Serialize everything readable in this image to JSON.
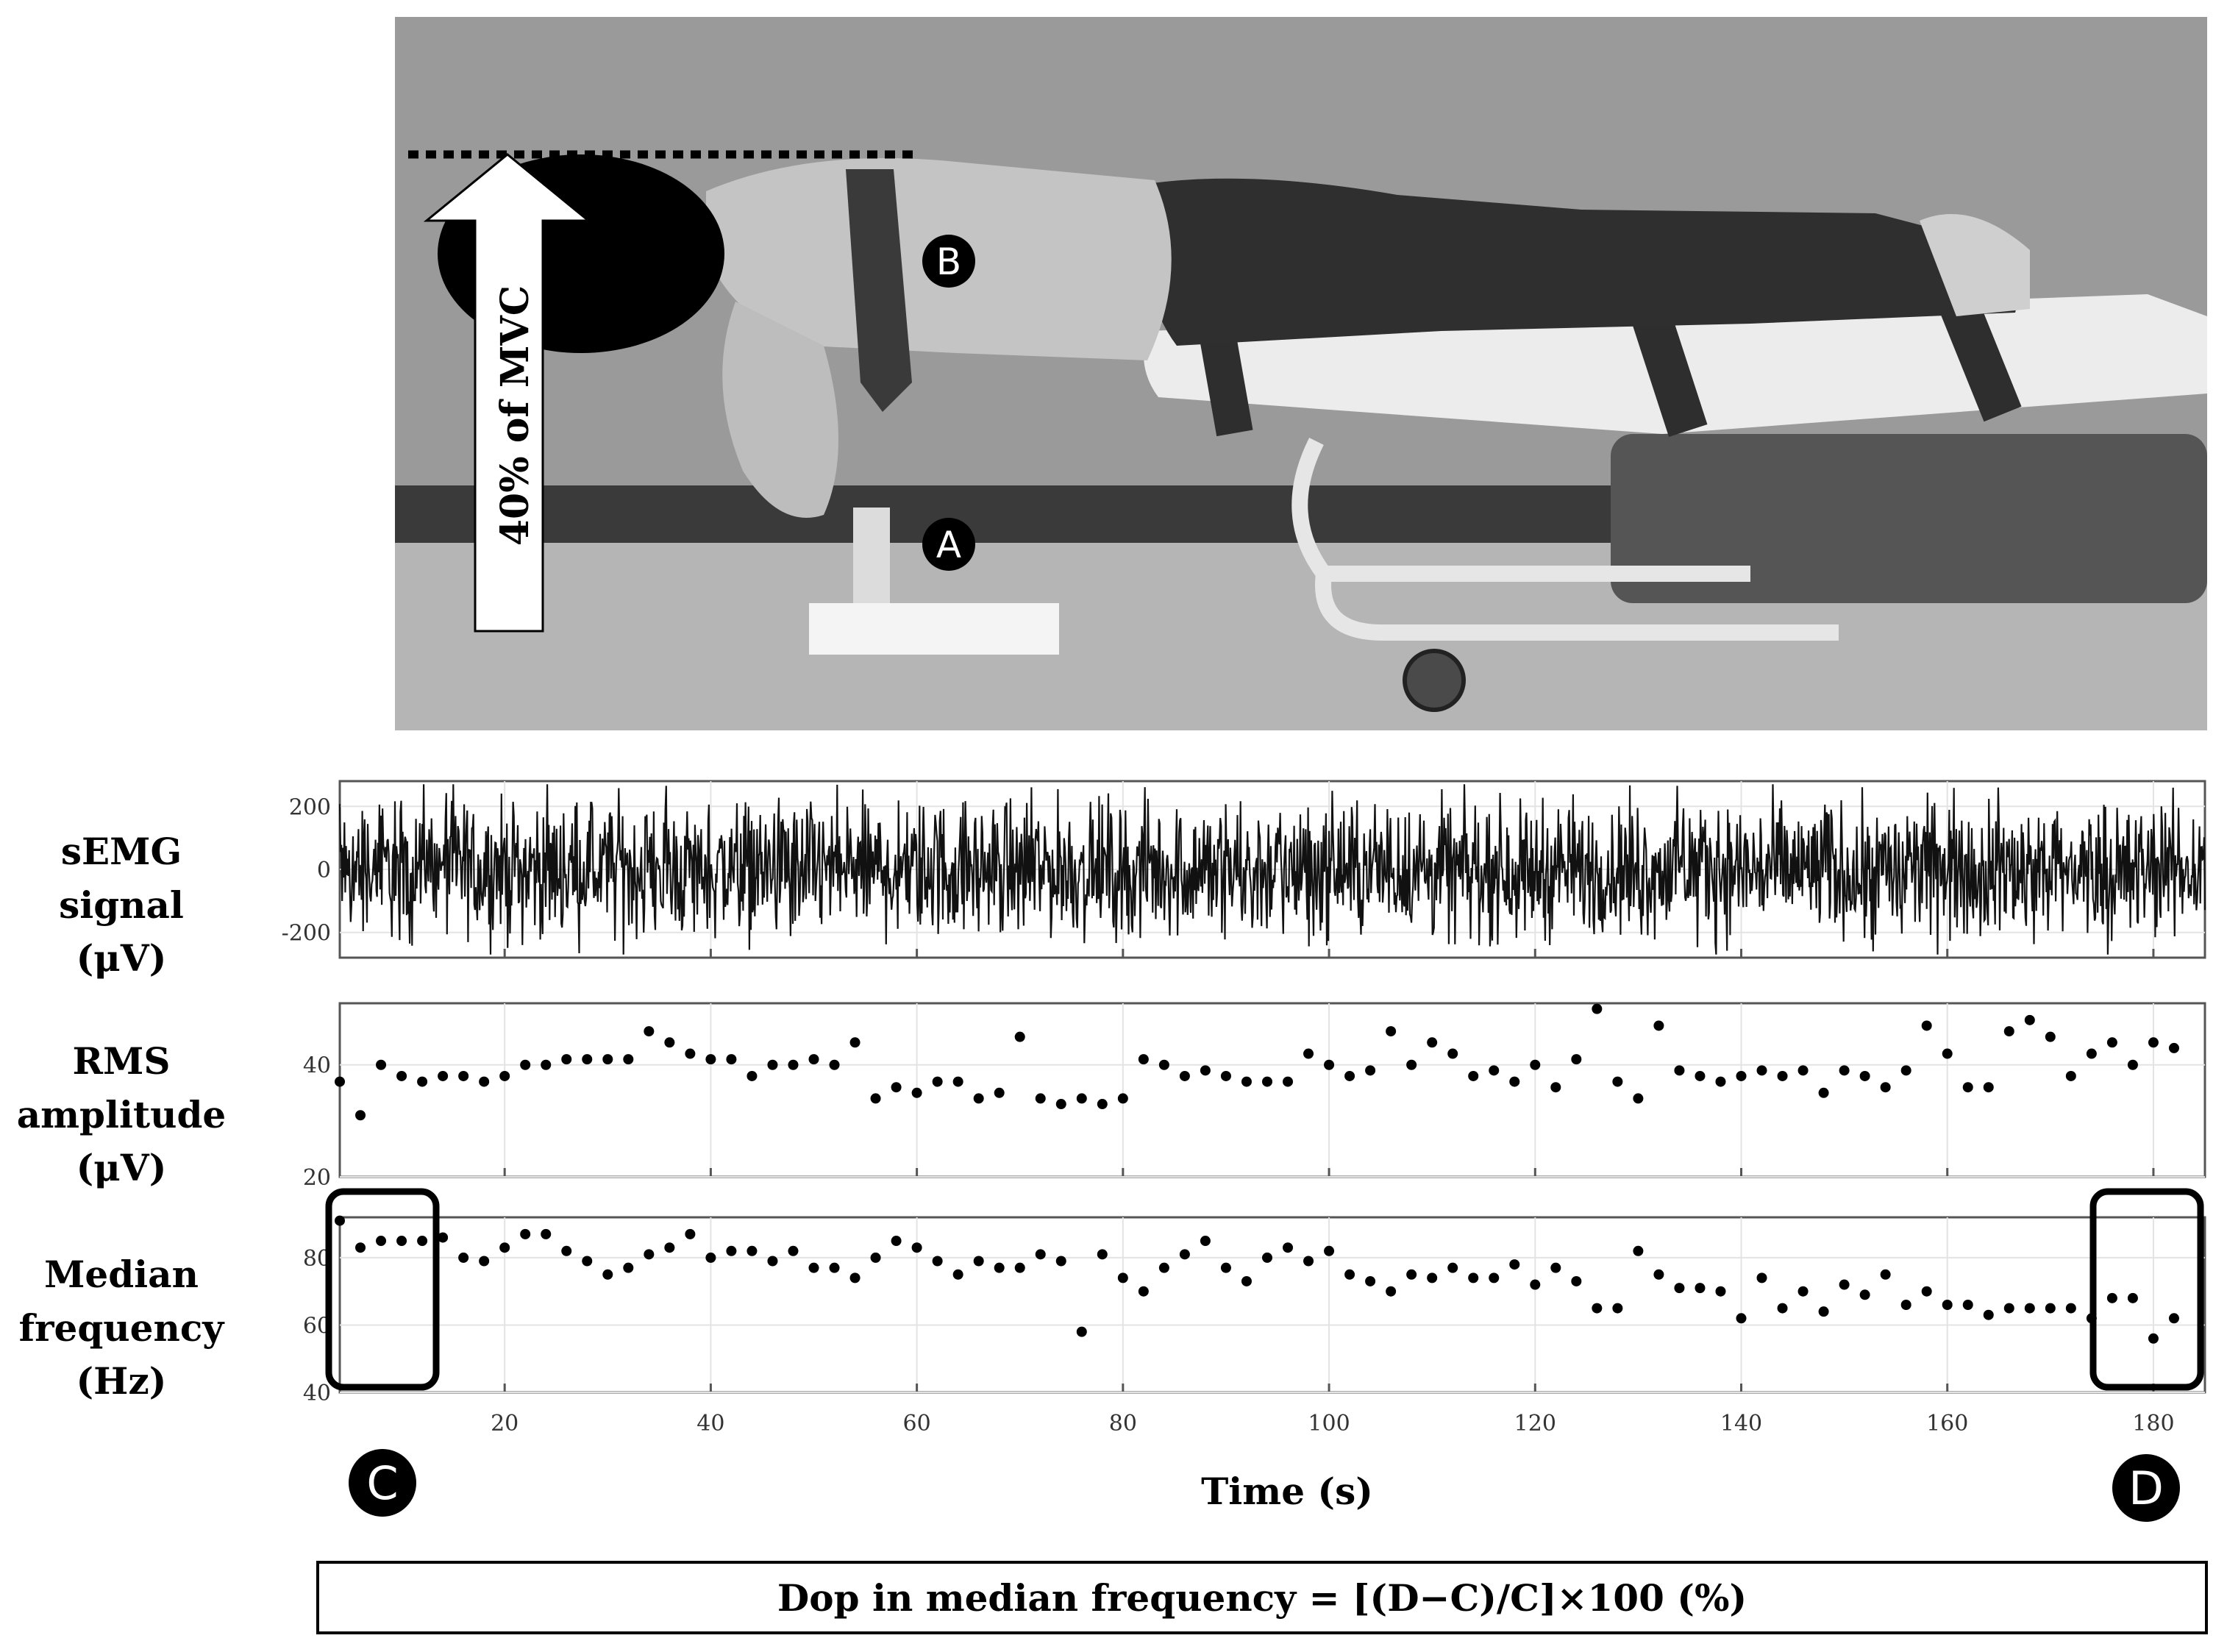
{
  "photo": {
    "callout_a": "A",
    "callout_b": "B",
    "arrow_label": "40% of MVC",
    "colors": {
      "wall": "#9a9a9a",
      "floor": "#b9b9b9",
      "bench_pad": "#eeeeee",
      "bench_base": "#555555",
      "clothes": "#2f2f2f",
      "skin": "#c9c9c9"
    }
  },
  "panel_labels": {
    "semg": [
      "sEMG",
      "signal",
      "(μV)"
    ],
    "rms": [
      "RMS",
      "amplitude",
      "(μV)"
    ],
    "mf": [
      "Median",
      "frequency",
      "(Hz)"
    ]
  },
  "markers": {
    "c": "C",
    "d": "D"
  },
  "xlabel": "Time (s)",
  "formula": "Dop in median frequency = [(D−C)/C]×100 (%)",
  "chart_data": [
    {
      "type": "line",
      "name_label": "sEMG signal (μV)",
      "xlim": [
        4,
        185
      ],
      "ylim": [
        -280,
        280
      ],
      "yticks": [
        200,
        0,
        -200
      ],
      "xticks": [
        20,
        40,
        60,
        80,
        100,
        120,
        140,
        160,
        180
      ],
      "grid": true,
      "envelope_uV": 140,
      "peak_uV": 230
    },
    {
      "type": "scatter",
      "name_label": "RMS amplitude (μV)",
      "xlim": [
        4,
        185
      ],
      "ylim": [
        20,
        51
      ],
      "yticks": [
        40,
        20
      ],
      "xticks": [
        20,
        40,
        60,
        80,
        100,
        120,
        140,
        160,
        180
      ],
      "grid": true,
      "points": [
        [
          4,
          37
        ],
        [
          6,
          31
        ],
        [
          8,
          40
        ],
        [
          10,
          38
        ],
        [
          12,
          37
        ],
        [
          14,
          38
        ],
        [
          16,
          38
        ],
        [
          18,
          37
        ],
        [
          20,
          38
        ],
        [
          22,
          40
        ],
        [
          24,
          40
        ],
        [
          26,
          41
        ],
        [
          28,
          41
        ],
        [
          30,
          41
        ],
        [
          32,
          41
        ],
        [
          34,
          46
        ],
        [
          36,
          44
        ],
        [
          38,
          42
        ],
        [
          40,
          41
        ],
        [
          42,
          41
        ],
        [
          44,
          38
        ],
        [
          46,
          40
        ],
        [
          48,
          40
        ],
        [
          50,
          41
        ],
        [
          52,
          40
        ],
        [
          54,
          44
        ],
        [
          56,
          34
        ],
        [
          58,
          36
        ],
        [
          60,
          35
        ],
        [
          62,
          37
        ],
        [
          64,
          37
        ],
        [
          66,
          34
        ],
        [
          68,
          35
        ],
        [
          70,
          45
        ],
        [
          72,
          34
        ],
        [
          74,
          33
        ],
        [
          76,
          34
        ],
        [
          78,
          33
        ],
        [
          80,
          34
        ],
        [
          82,
          41
        ],
        [
          84,
          40
        ],
        [
          86,
          38
        ],
        [
          88,
          39
        ],
        [
          90,
          38
        ],
        [
          92,
          37
        ],
        [
          94,
          37
        ],
        [
          96,
          37
        ],
        [
          98,
          42
        ],
        [
          100,
          40
        ],
        [
          102,
          38
        ],
        [
          104,
          39
        ],
        [
          106,
          46
        ],
        [
          108,
          40
        ],
        [
          110,
          44
        ],
        [
          112,
          42
        ],
        [
          114,
          38
        ],
        [
          116,
          39
        ],
        [
          118,
          37
        ],
        [
          120,
          40
        ],
        [
          122,
          36
        ],
        [
          124,
          41
        ],
        [
          126,
          50
        ],
        [
          128,
          37
        ],
        [
          130,
          34
        ],
        [
          132,
          47
        ],
        [
          134,
          39
        ],
        [
          136,
          38
        ],
        [
          138,
          37
        ],
        [
          140,
          38
        ],
        [
          142,
          39
        ],
        [
          144,
          38
        ],
        [
          146,
          39
        ],
        [
          148,
          35
        ],
        [
          150,
          39
        ],
        [
          152,
          38
        ],
        [
          154,
          36
        ],
        [
          156,
          39
        ],
        [
          158,
          47
        ],
        [
          160,
          42
        ],
        [
          162,
          36
        ],
        [
          164,
          36
        ],
        [
          166,
          46
        ],
        [
          168,
          48
        ],
        [
          170,
          45
        ],
        [
          172,
          38
        ],
        [
          174,
          42
        ],
        [
          176,
          44
        ],
        [
          178,
          40
        ],
        [
          180,
          44
        ],
        [
          182,
          43
        ]
      ]
    },
    {
      "type": "scatter",
      "name_label": "Median frequency (Hz)",
      "xlim": [
        4,
        185
      ],
      "ylim": [
        40,
        92
      ],
      "yticks": [
        80,
        60,
        40
      ],
      "xticks": [
        20,
        40,
        60,
        80,
        100,
        120,
        140,
        160,
        180
      ],
      "grid": true,
      "points": [
        [
          4,
          91
        ],
        [
          6,
          83
        ],
        [
          8,
          85
        ],
        [
          10,
          85
        ],
        [
          12,
          85
        ],
        [
          14,
          86
        ],
        [
          16,
          80
        ],
        [
          18,
          79
        ],
        [
          20,
          83
        ],
        [
          22,
          87
        ],
        [
          24,
          87
        ],
        [
          26,
          82
        ],
        [
          28,
          79
        ],
        [
          30,
          75
        ],
        [
          32,
          77
        ],
        [
          34,
          81
        ],
        [
          36,
          83
        ],
        [
          38,
          87
        ],
        [
          40,
          80
        ],
        [
          42,
          82
        ],
        [
          44,
          82
        ],
        [
          46,
          79
        ],
        [
          48,
          82
        ],
        [
          50,
          77
        ],
        [
          52,
          77
        ],
        [
          54,
          74
        ],
        [
          56,
          80
        ],
        [
          58,
          85
        ],
        [
          60,
          83
        ],
        [
          62,
          79
        ],
        [
          64,
          75
        ],
        [
          66,
          79
        ],
        [
          68,
          77
        ],
        [
          70,
          77
        ],
        [
          72,
          81
        ],
        [
          74,
          79
        ],
        [
          76,
          58
        ],
        [
          78,
          81
        ],
        [
          80,
          74
        ],
        [
          82,
          70
        ],
        [
          84,
          77
        ],
        [
          86,
          81
        ],
        [
          88,
          85
        ],
        [
          90,
          77
        ],
        [
          92,
          73
        ],
        [
          94,
          80
        ],
        [
          96,
          83
        ],
        [
          98,
          79
        ],
        [
          100,
          82
        ],
        [
          102,
          75
        ],
        [
          104,
          73
        ],
        [
          106,
          70
        ],
        [
          108,
          75
        ],
        [
          110,
          74
        ],
        [
          112,
          77
        ],
        [
          114,
          74
        ],
        [
          116,
          74
        ],
        [
          118,
          78
        ],
        [
          120,
          72
        ],
        [
          122,
          77
        ],
        [
          124,
          73
        ],
        [
          126,
          65
        ],
        [
          128,
          65
        ],
        [
          130,
          82
        ],
        [
          132,
          75
        ],
        [
          134,
          71
        ],
        [
          136,
          71
        ],
        [
          138,
          70
        ],
        [
          140,
          62
        ],
        [
          142,
          74
        ],
        [
          144,
          65
        ],
        [
          146,
          70
        ],
        [
          148,
          64
        ],
        [
          150,
          72
        ],
        [
          152,
          69
        ],
        [
          154,
          75
        ],
        [
          156,
          66
        ],
        [
          158,
          70
        ],
        [
          160,
          66
        ],
        [
          162,
          66
        ],
        [
          164,
          63
        ],
        [
          166,
          65
        ],
        [
          168,
          65
        ],
        [
          170,
          65
        ],
        [
          172,
          65
        ],
        [
          174,
          62
        ],
        [
          176,
          68
        ],
        [
          178,
          68
        ],
        [
          180,
          56
        ],
        [
          182,
          62
        ]
      ]
    }
  ]
}
